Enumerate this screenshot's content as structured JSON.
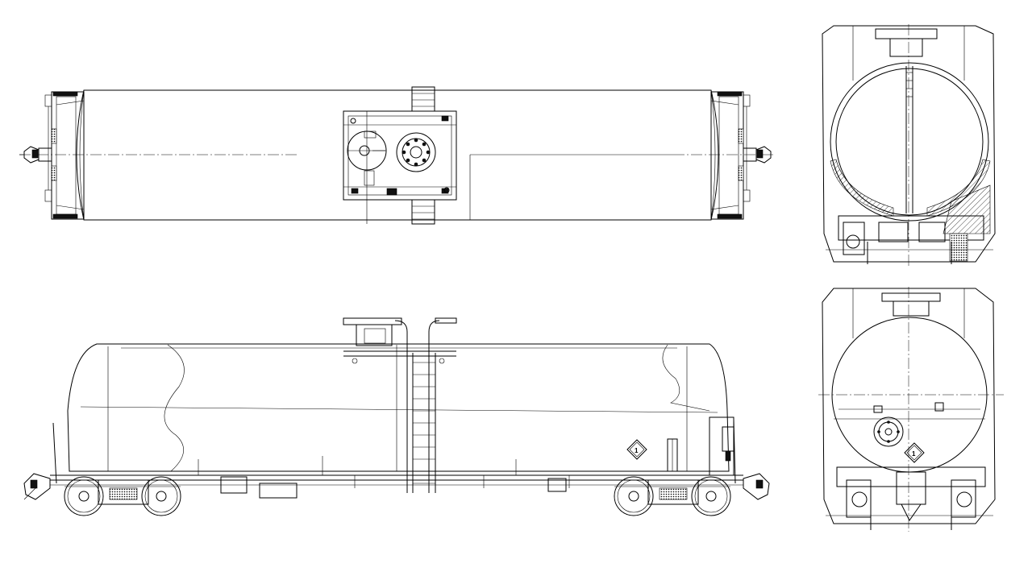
{
  "drawing": {
    "views": [
      "top-view",
      "side-view",
      "end-view-upper",
      "end-view-lower"
    ]
  },
  "placard": {
    "side_number": "1",
    "end_number": "1"
  },
  "colors": {
    "line": "#000000",
    "background": "#ffffff"
  }
}
